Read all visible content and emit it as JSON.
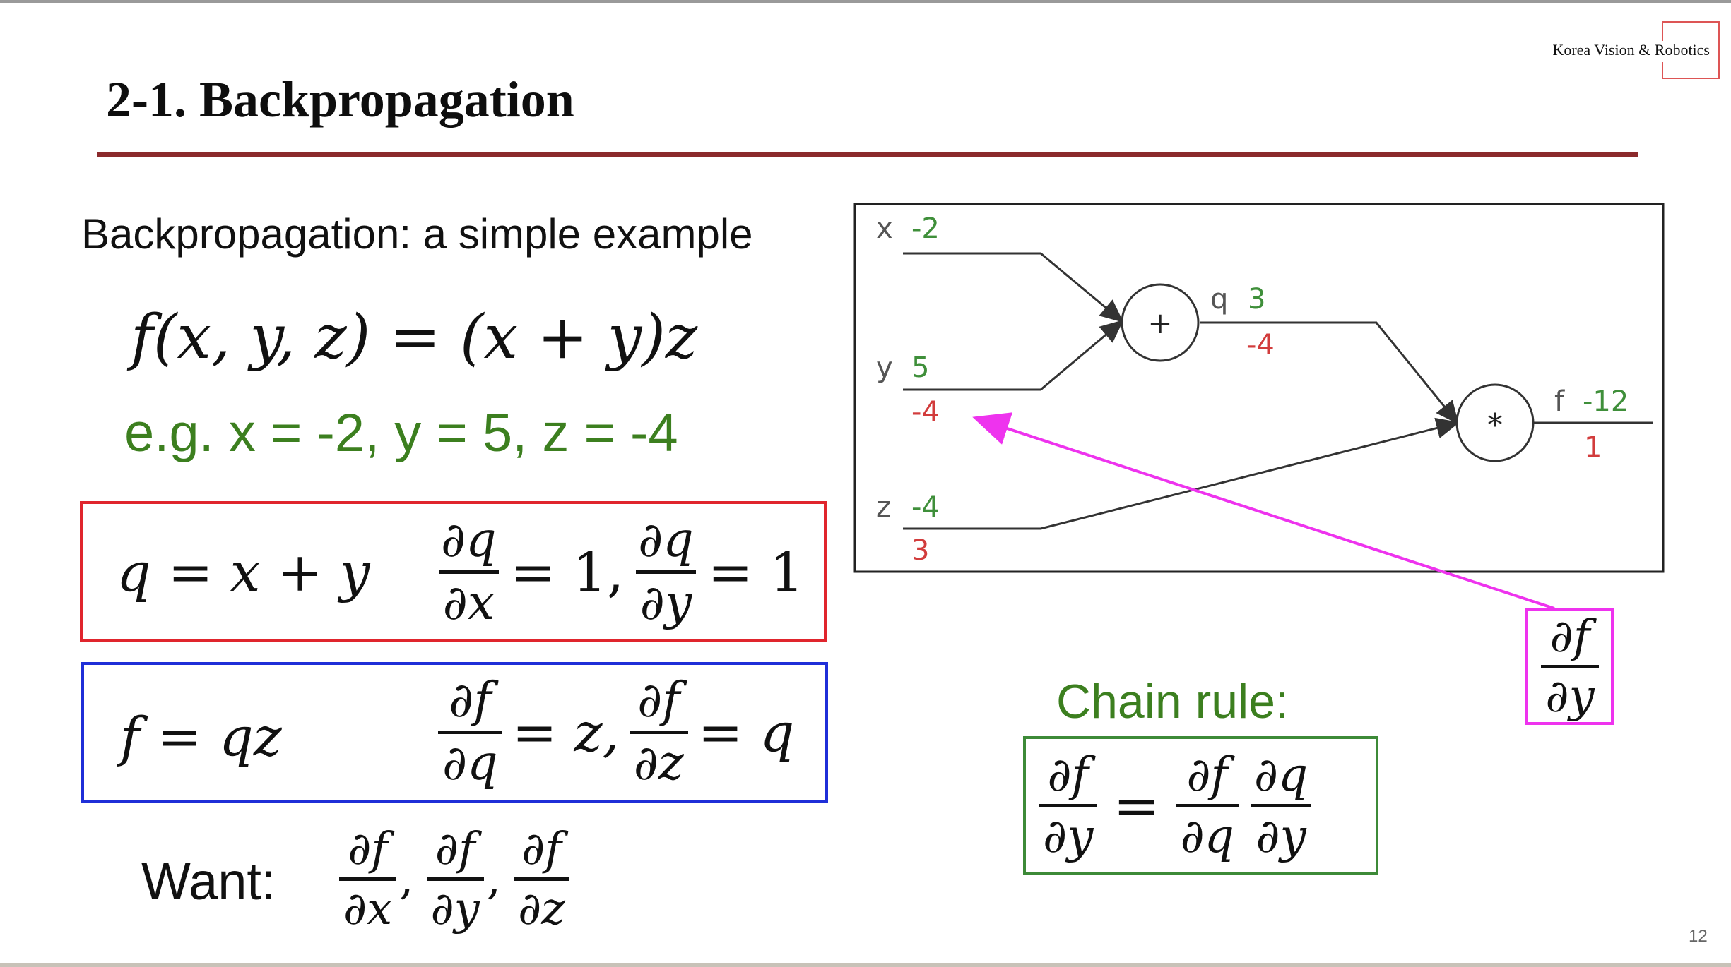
{
  "header": {
    "org": "Korea Vision & Robotics",
    "title": "2-1. Backpropagation",
    "page_number": "12",
    "accent_color": "#8b2a2c"
  },
  "content": {
    "subtitle": "Backpropagation: a simple example",
    "function_expr": "f(x, y, z) = (x + y)z",
    "example_values": "e.g. x = -2, y = 5, z = -4",
    "eq_q": {
      "lhs": "q = x + y",
      "d1_num": "∂q",
      "d1_den": "∂x",
      "d1_val": "= 1,",
      "d2_num": "∂q",
      "d2_den": "∂y",
      "d2_val": "= 1"
    },
    "eq_f": {
      "lhs": "f = qz",
      "d1_num": "∂f",
      "d1_den": "∂q",
      "d1_val": "= z,",
      "d2_num": "∂f",
      "d2_den": "∂z",
      "d2_val": "= q"
    },
    "want_label": "Want:",
    "want": [
      {
        "num": "∂f",
        "den": "∂x",
        "sep": ","
      },
      {
        "num": "∂f",
        "den": "∂y",
        "sep": ","
      },
      {
        "num": "∂f",
        "den": "∂z",
        "sep": ""
      }
    ],
    "chain_rule_title": "Chain rule:",
    "chain_rule": {
      "lhs_num": "∂f",
      "lhs_den": "∂y",
      "eq": "=",
      "r1_num": "∂f",
      "r1_den": "∂q",
      "r2_num": "∂q",
      "r2_den": "∂y"
    },
    "highlight": {
      "num": "∂f",
      "den": "∂y"
    }
  },
  "graph": {
    "inputs": [
      {
        "name": "x",
        "value": "-2",
        "grad": ""
      },
      {
        "name": "y",
        "value": "5",
        "grad": "-4"
      },
      {
        "name": "z",
        "value": "-4",
        "grad": "3"
      }
    ],
    "nodes": [
      {
        "op": "+",
        "out_name": "q",
        "out_value": "3",
        "out_grad": "-4"
      },
      {
        "op": "*",
        "out_name": "f",
        "out_value": "-12",
        "out_grad": "1"
      }
    ],
    "colors": {
      "value": "#3f8f3a",
      "grad": "#d23c3c",
      "edge": "#333333",
      "arrow": "#ee33ee"
    }
  },
  "colors": {
    "green": "#3c7f1f",
    "red_box": "#e0252d",
    "blue_box": "#1f2fd8",
    "green_box": "#3d8a38",
    "magenta": "#ee33ee"
  }
}
